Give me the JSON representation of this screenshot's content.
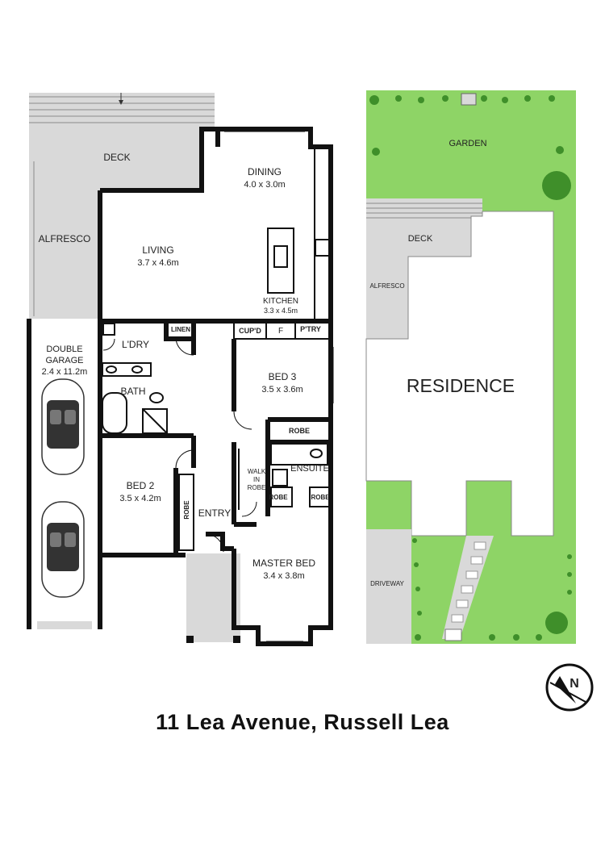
{
  "plan": {
    "deck": "DECK",
    "alfresco": "ALFRESCO",
    "dining": {
      "name": "DINING",
      "size": "4.0 x 3.0m"
    },
    "living": {
      "name": "LIVING",
      "size": "3.7 x 4.6m"
    },
    "kitchen": {
      "name": "KITCHEN",
      "size": "3.3 x 4.5m"
    },
    "cupd": "CUP'D",
    "fridge": "F",
    "pantry": "P'TRY",
    "linen": "LINEN",
    "laundry": "L'DRY",
    "garage": {
      "name_line1": "DOUBLE",
      "name_line2": "GARAGE",
      "size": "2.4 x 11.2m"
    },
    "bath": "BATH",
    "bed3": {
      "name": "BED 3",
      "size": "3.5 x 3.6m"
    },
    "bed3_robe": "ROBE",
    "ensuite": "ENSUITE",
    "walkin": [
      "WALK",
      "IN",
      "ROBE"
    ],
    "master_robe_left": "ROBE",
    "master_robe_right": "ROBE",
    "bed2": {
      "name": "BED 2",
      "size": "3.5 x 4.2m"
    },
    "bed2_robe": "ROBE",
    "entry": "ENTRY",
    "master": {
      "name": "MASTER BED",
      "size": "3.4 x 3.8m"
    }
  },
  "site": {
    "garden": "GARDEN",
    "deck": "DECK",
    "alfresco": "ALFRESCO",
    "residence": "RESIDENCE",
    "driveway": "DRIVEWAY"
  },
  "compass": {
    "letter": "N"
  },
  "address": "11 Lea Avenue, Russell Lea",
  "colors": {
    "wall": "#111111",
    "outdoor": "#d9d9d9",
    "lawn": "#8ed466",
    "lawn_dark": "#3f8f2a",
    "path": "#e6e6e6"
  }
}
